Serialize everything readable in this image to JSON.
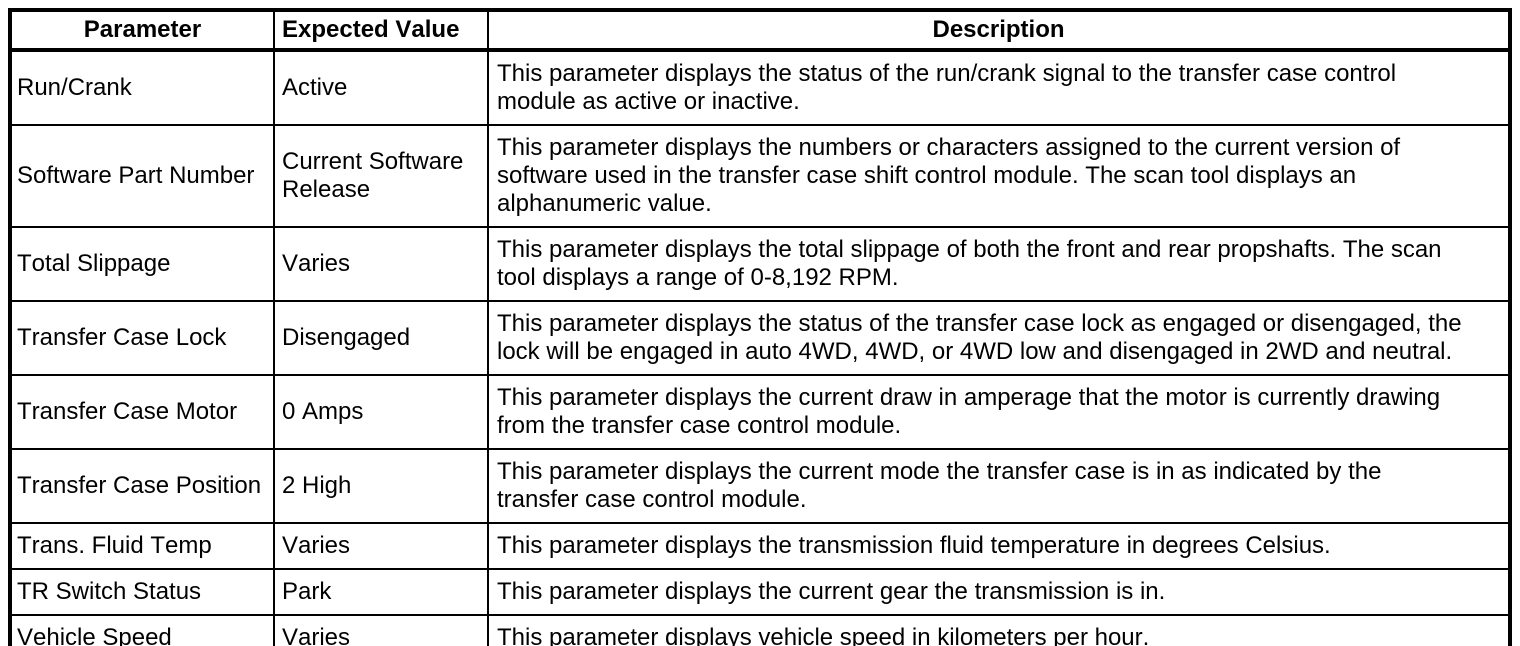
{
  "colors": {
    "border": "#000000",
    "text": "#000000",
    "background": "#ffffff"
  },
  "table": {
    "headers": [
      "Parameter",
      "Expected Value",
      "Description"
    ],
    "rows": [
      {
        "parameter": "Run/Crank",
        "expected_value": "Active",
        "description": "This parameter displays the status of the run/crank signal to the transfer case control module as active or inactive."
      },
      {
        "parameter": "Software Part Number",
        "expected_value": "Current Software Release",
        "description": "This parameter displays the numbers or characters assigned to the current version of software used in the transfer case shift control module. The scan tool displays an alphanumeric value."
      },
      {
        "parameter": "Total Slippage",
        "expected_value": "Varies",
        "description": "This parameter displays the total slippage of both the front and rear propshafts. The scan tool displays a range of 0-8,192 RPM."
      },
      {
        "parameter": "Transfer Case Lock",
        "expected_value": "Disengaged",
        "description": "This parameter displays the status of the transfer case lock as engaged or disengaged, the lock will be engaged in auto 4WD, 4WD, or 4WD low and disengaged in 2WD and neutral."
      },
      {
        "parameter": "Transfer Case Motor",
        "expected_value": "0 Amps",
        "description": "This parameter displays the current draw in amperage that the motor is currently drawing from the transfer case control module."
      },
      {
        "parameter": "Transfer Case Position",
        "expected_value": "2 High",
        "description": "This parameter displays the current mode the transfer case is in as indicated by the transfer case control module."
      },
      {
        "parameter": "Trans. Fluid Temp",
        "expected_value": "Varies",
        "description": "This parameter displays the transmission fluid temperature in degrees Celsius."
      },
      {
        "parameter": "TR Switch Status",
        "expected_value": "Park",
        "description": "This parameter displays the current gear the transmission is in."
      },
      {
        "parameter": "Vehicle Speed",
        "expected_value": "Varies",
        "description": "This parameter displays vehicle speed in kilometers per hour."
      }
    ]
  }
}
